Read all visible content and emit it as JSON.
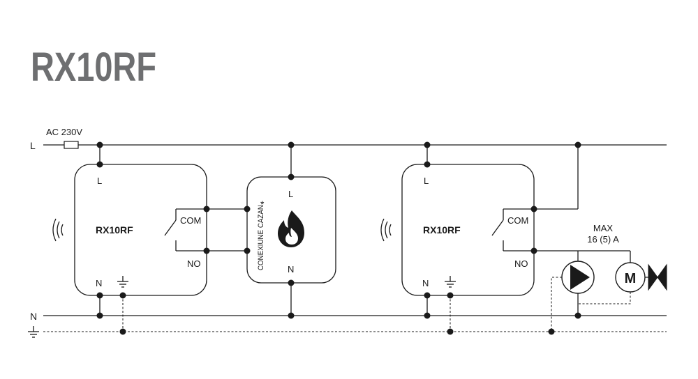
{
  "title": "RX10RF",
  "supply_label": "AC 230V",
  "line_labels": {
    "l": "L",
    "n": "N"
  },
  "thermostat_1": {
    "name": "RX10RF",
    "l": "L",
    "n": "N",
    "com": "COM",
    "no": "NO"
  },
  "boiler": {
    "l": "L",
    "n": "N",
    "connection": "CONEXIUNE CAZAN",
    "asterisk": "*"
  },
  "thermostat_2": {
    "name": "RX10RF",
    "l": "L",
    "n": "N",
    "com": "COM",
    "no": "NO"
  },
  "rating": {
    "line1": "MAX",
    "line2": "16 (5) A"
  },
  "motor_letter": "M",
  "icons": [
    "wireless-signal-icon",
    "flame-icon",
    "ground-icon",
    "pump-icon",
    "motor-icon",
    "valve-icon",
    "fuse-icon"
  ]
}
